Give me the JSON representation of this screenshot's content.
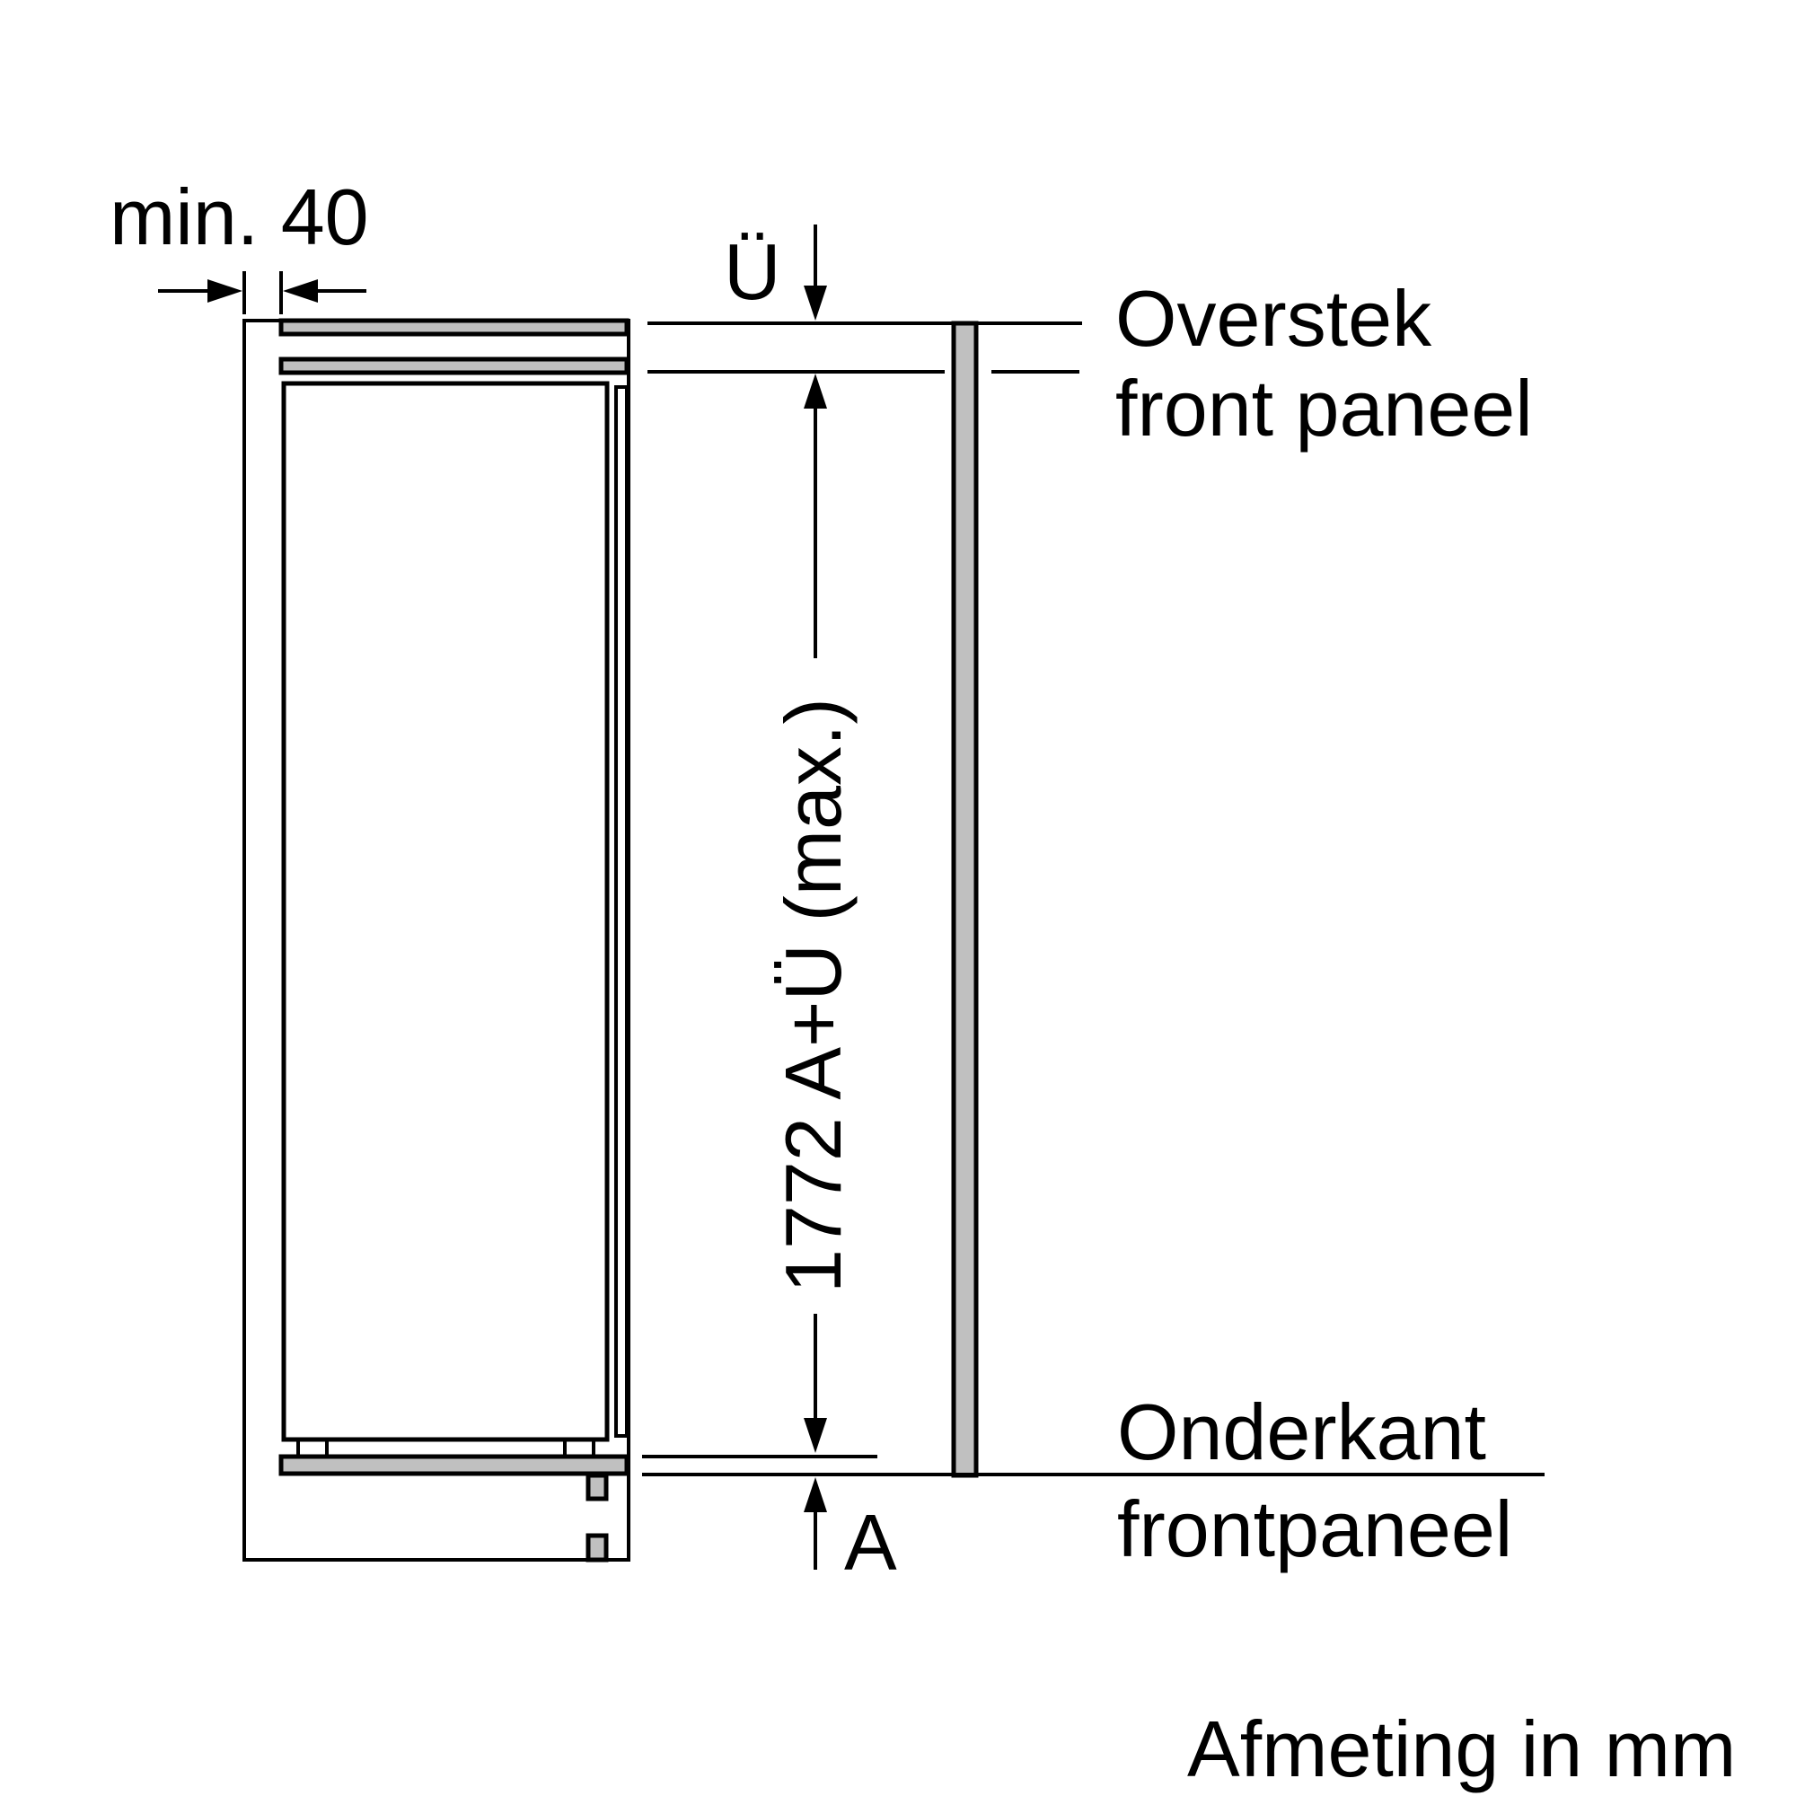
{
  "labels": {
    "min_gap": "min. 40",
    "overhang_symbol": "Ü",
    "overhang_line1": "Overstek",
    "overhang_line2": "front paneel",
    "height_dimension": "1772 A+Ü (max.)",
    "bottom_line1": "Onderkant",
    "bottom_line2": "frontpaneel",
    "bottom_symbol": "A",
    "units_note": "Afmeting in mm"
  },
  "colors": {
    "line": "#000000",
    "panel_fill": "#c0c0c0",
    "background": "#ffffff"
  }
}
